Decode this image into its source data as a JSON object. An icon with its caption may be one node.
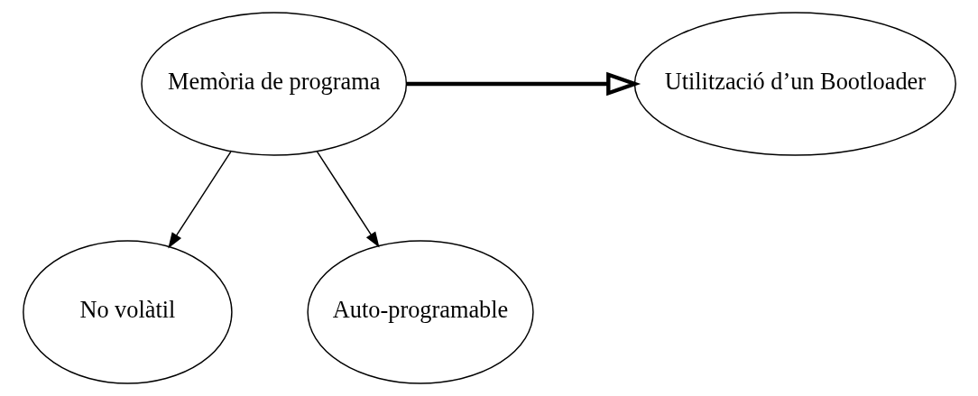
{
  "diagram": {
    "nodes": [
      {
        "text": [
          "Memòria de programa"
        ]
      },
      {
        "text": [
          "No volàtil"
        ]
      },
      {
        "text": [
          "Auto-programable"
        ]
      },
      {
        "text": [
          "Utilització d’un Bootloader"
        ]
      }
    ],
    "edges": [
      {
        "from": 0,
        "to": 1,
        "arrow": "to"
      },
      {
        "from": 0,
        "to": 2,
        "arrow": "to"
      },
      {
        "from": 0,
        "to": 3,
        "arrow": "to",
        "style": "thick"
      }
    ]
  }
}
